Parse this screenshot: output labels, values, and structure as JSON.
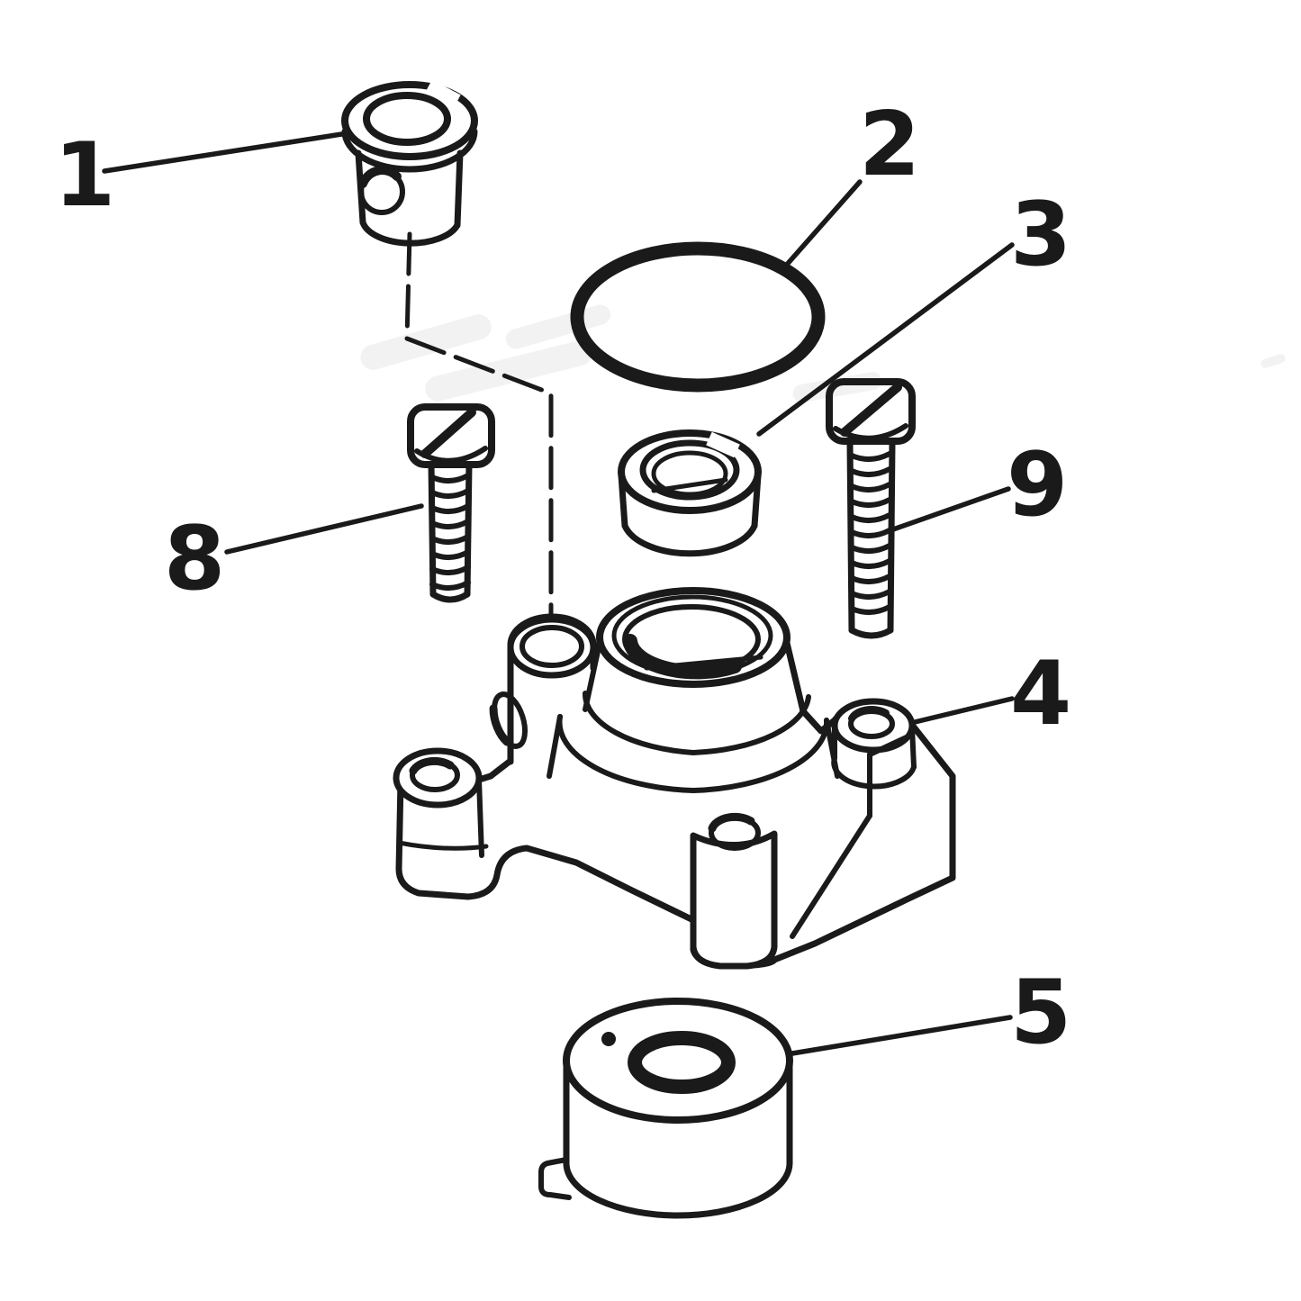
{
  "colors": {
    "background": "#ffffff",
    "ink": "#1a1a1a",
    "watermark_gray": "#9b9b9b"
  },
  "callouts": [
    {
      "label": "1"
    },
    {
      "label": "2"
    },
    {
      "label": "3"
    },
    {
      "label": "4"
    },
    {
      "label": "5"
    },
    {
      "label": "8"
    },
    {
      "label": "9"
    }
  ]
}
